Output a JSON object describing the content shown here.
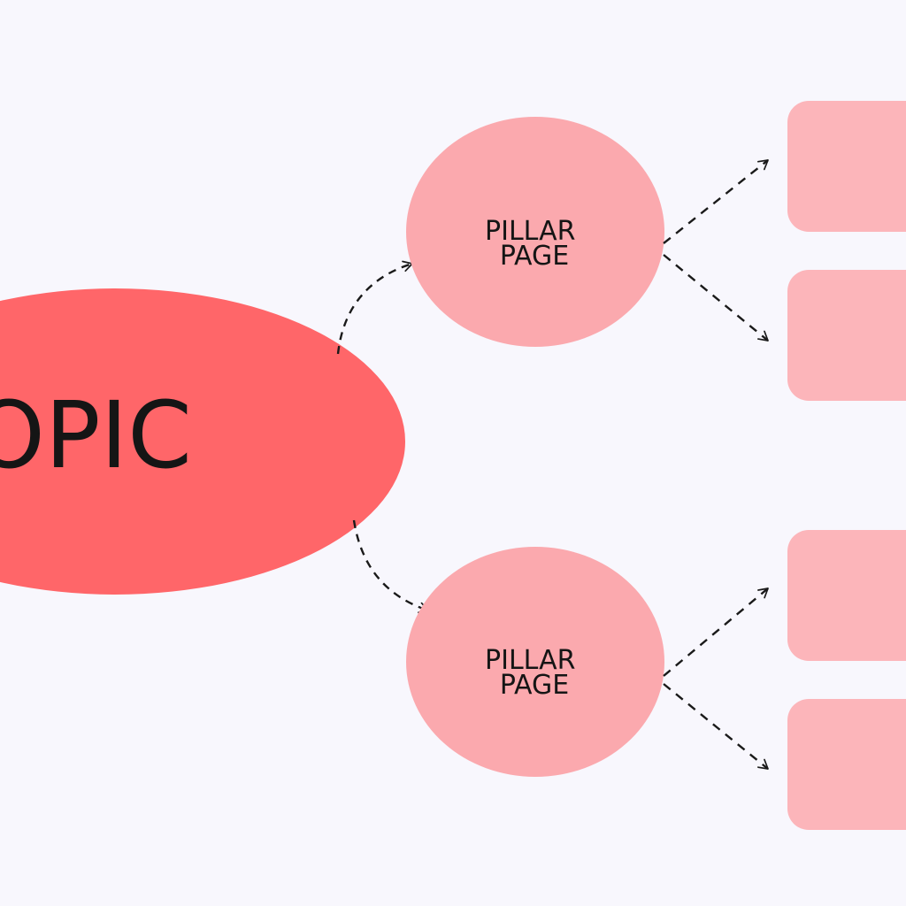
{
  "diagram": {
    "topic_label": "OPIC",
    "pillars": [
      {
        "line1": "PILLAR",
        "line2": "PAGE"
      },
      {
        "line1": "PILLAR",
        "line2": "PAGE"
      }
    ]
  },
  "colors": {
    "background": "#f8f7fd",
    "topic_fill": "#ff6669",
    "pillar_fill": "#fba9ae",
    "cluster_fill": "#fcb5ba",
    "arrow_stroke": "#1a1a1a",
    "text": "#151515"
  }
}
